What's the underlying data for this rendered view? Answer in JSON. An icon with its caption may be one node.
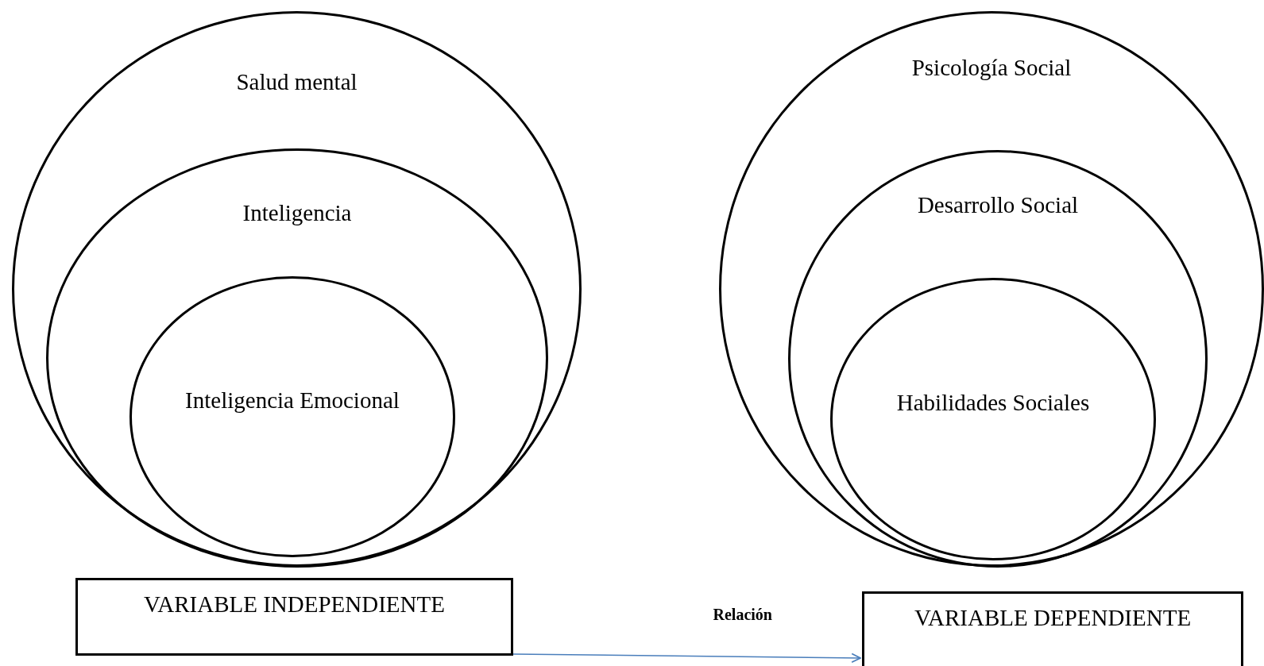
{
  "diagram": {
    "nodes": [
      {
        "text": [
          "Salud mental"
        ]
      },
      {
        "text": [
          "Inteligencia"
        ],
        "in": 0
      },
      {
        "text": [
          "Inteligencia Emocional"
        ],
        "in": 1
      },
      {
        "text": [
          "VARIABLE INDEPENDIENTE"
        ]
      },
      {
        "text": [
          "Psicología Social"
        ]
      },
      {
        "text": [
          "Desarrollo Social"
        ],
        "in": 4
      },
      {
        "text": [
          "Habilidades Sociales"
        ],
        "in": 5
      },
      {
        "text": [
          "VARIABLE DEPENDIENTE"
        ]
      }
    ],
    "edges": [
      {
        "from": 3,
        "to": 7,
        "arrow": "to",
        "label": "Relación",
        "color": "#4a7ebb"
      }
    ]
  }
}
